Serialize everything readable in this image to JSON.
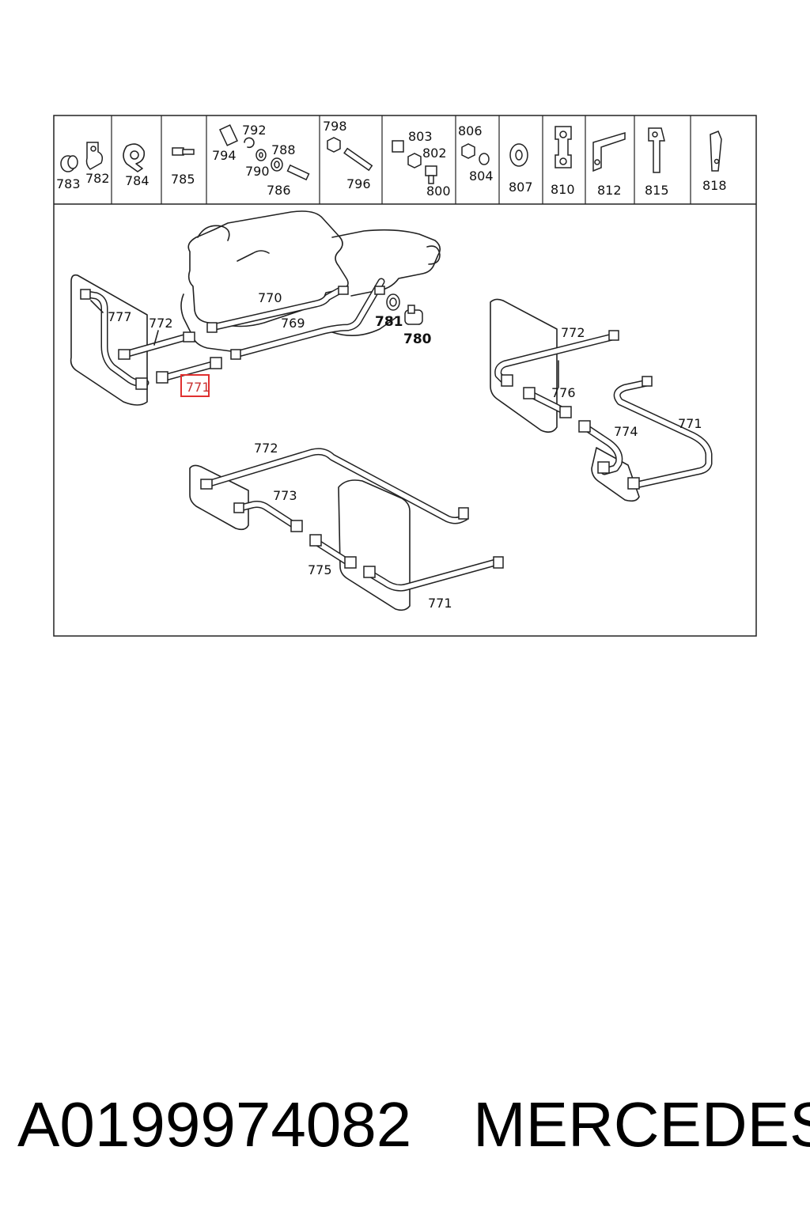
{
  "header_parts": [
    "783",
    "782",
    "784",
    "785",
    "792",
    "794",
    "788",
    "790",
    "786",
    "798",
    "796",
    "803",
    "802",
    "800",
    "806",
    "804",
    "807",
    "810",
    "812",
    "815",
    "818"
  ],
  "callouts": {
    "n777": "777",
    "n772a": "772",
    "n770": "770",
    "n769": "769",
    "n781": "781",
    "n780": "780",
    "n771a": "771",
    "n772b": "772",
    "n776": "776",
    "n774": "774",
    "n771b": "771",
    "n772c": "772",
    "n773": "773",
    "n775": "775",
    "n771c": "771"
  },
  "highlight": {
    "label": "771",
    "color": "#e03030"
  },
  "footer": {
    "part_number": "A0199974082",
    "brand": "MERCEDES"
  }
}
